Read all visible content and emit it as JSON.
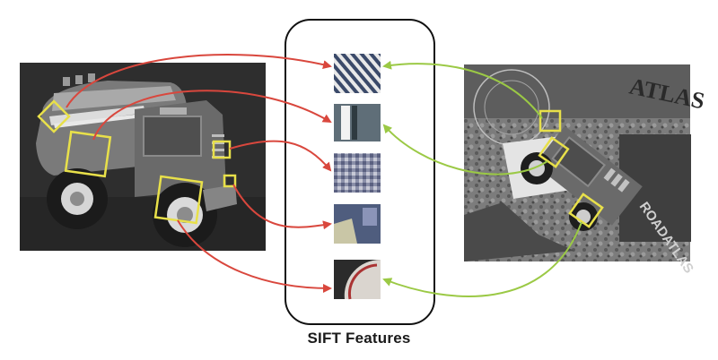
{
  "figure": {
    "caption": "SIFT Features",
    "colors": {
      "left_arrow": "#d9473d",
      "right_arrow": "#9bc945",
      "feature_box": "#e8e04a",
      "panel_border": "#111111",
      "photo_dark": "#3a3a3a",
      "photo_light": "#a8a8a8"
    },
    "left_image": {
      "subject": "toy truck photo",
      "feature_count": 5
    },
    "right_image": {
      "subject": "cluttered scene photo with occluded toy truck",
      "feature_count": 3
    },
    "patches": [
      {
        "name": "patch-diagonal-stripes"
      },
      {
        "name": "patch-vertical-bar"
      },
      {
        "name": "patch-grid-texture"
      },
      {
        "name": "patch-corner-edge"
      },
      {
        "name": "patch-wheel-arc"
      }
    ]
  }
}
